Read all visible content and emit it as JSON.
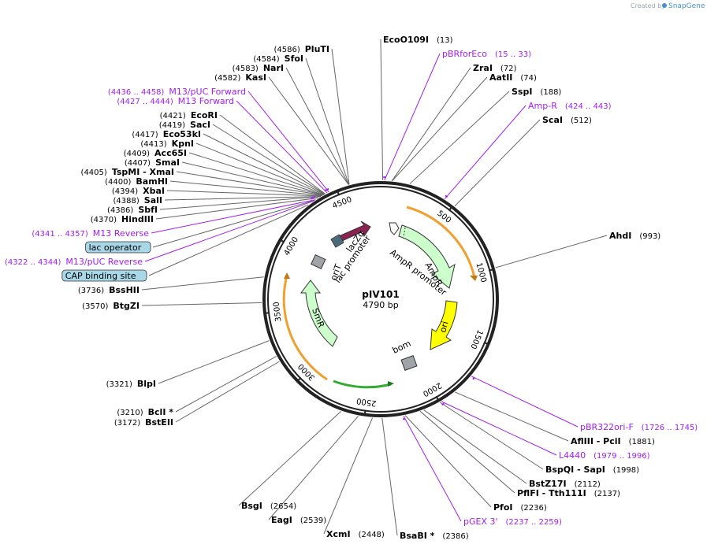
{
  "credit": {
    "created_by": "Created by",
    "brand": "SnapGene"
  },
  "plasmid": {
    "name": "pIV101",
    "length": "4790 bp",
    "total_bp": 4790
  },
  "ticks": [
    {
      "bp": 500,
      "label": "500"
    },
    {
      "bp": 1000,
      "label": "1000"
    },
    {
      "bp": 1500,
      "label": "1500"
    },
    {
      "bp": 2000,
      "label": "2000"
    },
    {
      "bp": 2500,
      "label": "2500"
    },
    {
      "bp": 3000,
      "label": "3000"
    },
    {
      "bp": 3500,
      "label": "3500"
    },
    {
      "bp": 4000,
      "label": "4000"
    },
    {
      "bp": 4500,
      "label": "4500"
    }
  ],
  "sites": [
    {
      "name": "EcoO109I",
      "pos": "(13)",
      "bp": 13,
      "kind": "enzyme"
    },
    {
      "name": "pBRforEco",
      "pos": "(15 .. 33)",
      "bp": 24,
      "kind": "primer"
    },
    {
      "name": "ZraI",
      "pos": "(72)",
      "bp": 72,
      "kind": "enzyme"
    },
    {
      "name": "AatII",
      "pos": "(74)",
      "bp": 74,
      "kind": "enzyme"
    },
    {
      "name": "SspI",
      "pos": "(188)",
      "bp": 188,
      "kind": "enzyme"
    },
    {
      "name": "Amp-R",
      "pos": "(424 .. 443)",
      "bp": 433,
      "kind": "primer"
    },
    {
      "name": "ScaI",
      "pos": "(512)",
      "bp": 512,
      "kind": "enzyme"
    },
    {
      "name": "AhdI",
      "pos": "(993)",
      "bp": 993,
      "kind": "enzyme"
    },
    {
      "name": "pBR322ori-F",
      "pos": "(1726 .. 1745)",
      "bp": 1735,
      "kind": "primer"
    },
    {
      "name": "AflIII  - PciI",
      "pos": "(1881)",
      "bp": 1881,
      "kind": "enzyme"
    },
    {
      "name": "L4440",
      "pos": "(1979 .. 1996)",
      "bp": 1987,
      "kind": "primer"
    },
    {
      "name": "BspQI  - SapI",
      "pos": "(1998)",
      "bp": 1998,
      "kind": "enzyme"
    },
    {
      "name": "BstZ17I",
      "pos": "(2112)",
      "bp": 2112,
      "kind": "enzyme"
    },
    {
      "name": "PflFI  - Tth111I",
      "pos": "(2137)",
      "bp": 2137,
      "kind": "enzyme"
    },
    {
      "name": "PfoI",
      "pos": "(2236)",
      "bp": 2236,
      "kind": "enzyme"
    },
    {
      "name": "pGEX 3'",
      "pos": "(2237 .. 2259)",
      "bp": 2248,
      "kind": "primer"
    },
    {
      "name": "BsaBI  *",
      "pos": "(2386)",
      "bp": 2386,
      "kind": "enzyme"
    },
    {
      "name": "XcmI",
      "pos": "(2448)",
      "bp": 2448,
      "kind": "enzyme"
    },
    {
      "name": "EagI",
      "pos": "(2539)",
      "bp": 2539,
      "kind": "enzyme"
    },
    {
      "name": "BsgI",
      "pos": "(2654)",
      "bp": 2654,
      "kind": "enzyme"
    },
    {
      "name": "BstEII",
      "pos": "(3172)",
      "bp": 3172,
      "kind": "enzyme"
    },
    {
      "name": "BclI  *",
      "pos": "(3210)",
      "bp": 3210,
      "kind": "enzyme"
    },
    {
      "name": "BlpI",
      "pos": "(3321)",
      "bp": 3321,
      "kind": "enzyme"
    },
    {
      "name": "BtgZI",
      "pos": "(3570)",
      "bp": 3570,
      "kind": "enzyme"
    },
    {
      "name": "BssHII",
      "pos": "(3736)",
      "bp": 3736,
      "kind": "enzyme"
    },
    {
      "name": "CAP binding site",
      "pos": "",
      "bp": 4290,
      "kind": "feature-box"
    },
    {
      "name": "M13/pUC Reverse",
      "pos": "(4322 .. 4344)",
      "bp": 4333,
      "kind": "primer"
    },
    {
      "name": "lac operator",
      "pos": "",
      "bp": 4342,
      "kind": "feature-box"
    },
    {
      "name": "M13 Reverse",
      "pos": "(4341 .. 4357)",
      "bp": 4349,
      "kind": "primer"
    },
    {
      "name": "HindIII",
      "pos": "(4370)",
      "bp": 4370,
      "kind": "enzyme"
    },
    {
      "name": "SbfI",
      "pos": "(4386)",
      "bp": 4386,
      "kind": "enzyme"
    },
    {
      "name": "SalI",
      "pos": "(4388)",
      "bp": 4388,
      "kind": "enzyme"
    },
    {
      "name": "XbaI",
      "pos": "(4394)",
      "bp": 4394,
      "kind": "enzyme"
    },
    {
      "name": "BamHI",
      "pos": "(4400)",
      "bp": 4400,
      "kind": "enzyme"
    },
    {
      "name": "TspMI  - XmaI",
      "pos": "(4405)",
      "bp": 4405,
      "kind": "enzyme"
    },
    {
      "name": "SmaI",
      "pos": "(4407)",
      "bp": 4407,
      "kind": "enzyme"
    },
    {
      "name": "Acc65I",
      "pos": "(4409)",
      "bp": 4409,
      "kind": "enzyme"
    },
    {
      "name": "KpnI",
      "pos": "(4413)",
      "bp": 4413,
      "kind": "enzyme"
    },
    {
      "name": "Eco53kI",
      "pos": "(4417)",
      "bp": 4417,
      "kind": "enzyme"
    },
    {
      "name": "SacI",
      "pos": "(4419)",
      "bp": 4419,
      "kind": "enzyme"
    },
    {
      "name": "EcoRI",
      "pos": "(4421)",
      "bp": 4421,
      "kind": "enzyme"
    },
    {
      "name": "M13 Forward",
      "pos": "(4427 .. 4444)",
      "bp": 4435,
      "kind": "primer"
    },
    {
      "name": "M13/pUC Forward",
      "pos": "(4436 .. 4458)",
      "bp": 4447,
      "kind": "primer"
    },
    {
      "name": "KasI",
      "pos": "(4582)",
      "bp": 4582,
      "kind": "enzyme"
    },
    {
      "name": "NarI",
      "pos": "(4583)",
      "bp": 4583,
      "kind": "enzyme"
    },
    {
      "name": "SfoI",
      "pos": "(4584)",
      "bp": 4584,
      "kind": "enzyme"
    },
    {
      "name": "PluTI",
      "pos": "(4586)",
      "bp": 4586,
      "kind": "enzyme"
    }
  ],
  "features": [
    {
      "name": "lacZα",
      "color": "#8b2252",
      "direction": "cw"
    },
    {
      "name": "lac promoter",
      "color": "#ffffff",
      "direction": "cw"
    },
    {
      "name": "AmpR promoter",
      "color": "#ffffff",
      "direction": "cw"
    },
    {
      "name": "AmpR",
      "color": "#ccffcc",
      "direction": "cw"
    },
    {
      "name": "ori",
      "color": "#ffff00",
      "direction": "cw"
    },
    {
      "name": "bom",
      "color": "#a0a4a8",
      "direction": "none"
    },
    {
      "name": "SmR",
      "color": "#ccffcc",
      "direction": "ccw"
    },
    {
      "name": "oriT",
      "color": "#a0a4a8",
      "direction": "none"
    }
  ],
  "colors": {
    "backbone": "#222222",
    "primer": "#a020f0",
    "orf": "#f0a030",
    "orf_green": "#33aa33",
    "feature_box": "#a8d8e8"
  }
}
